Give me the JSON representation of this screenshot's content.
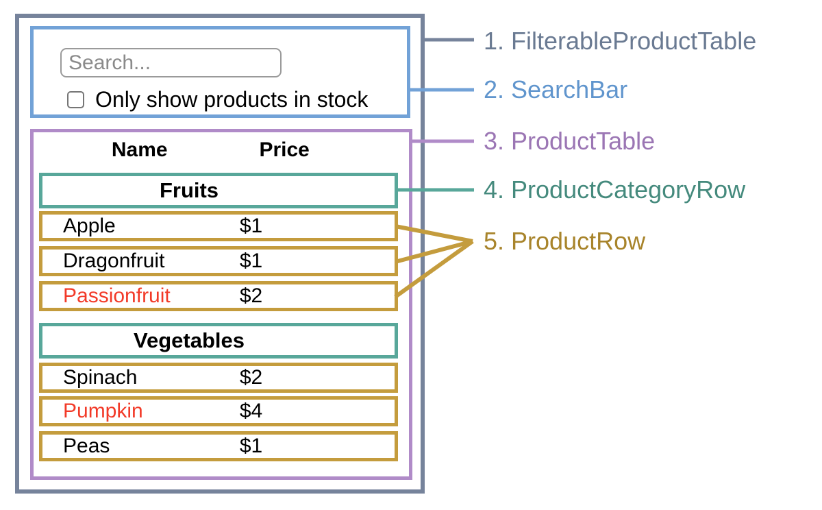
{
  "search_bar": {
    "input_placeholder": "Search...",
    "checkbox_label": "Only show products in stock",
    "checkbox_checked": false
  },
  "table": {
    "headers": {
      "name": "Name",
      "price": "Price"
    },
    "rows": [
      {
        "type": "category",
        "label": "Fruits"
      },
      {
        "type": "product",
        "name": "Apple",
        "price": "$1",
        "in_stock": true
      },
      {
        "type": "product",
        "name": "Dragonfruit",
        "price": "$1",
        "in_stock": true
      },
      {
        "type": "product",
        "name": "Passionfruit",
        "price": "$2",
        "in_stock": false
      },
      {
        "type": "category",
        "label": "Vegetables"
      },
      {
        "type": "product",
        "name": "Spinach",
        "price": "$2",
        "in_stock": true
      },
      {
        "type": "product",
        "name": "Pumpkin",
        "price": "$4",
        "in_stock": false
      },
      {
        "type": "product",
        "name": "Peas",
        "price": "$1",
        "in_stock": true
      }
    ]
  },
  "legend": [
    {
      "label": "1. FilterableProductTable",
      "color": "#6A7A92"
    },
    {
      "label": "2. SearchBar",
      "color": "#6095CD"
    },
    {
      "label": "3. ProductTable",
      "color": "#9B76B4"
    },
    {
      "label": "4. ProductCategoryRow",
      "color": "#458A7D"
    },
    {
      "label": "5. ProductRow",
      "color": "#A8842B"
    }
  ],
  "colors": {
    "filterable_product_table_border": "#76839B",
    "search_bar_border": "#72A2D7",
    "product_table_border": "#B08BC8",
    "category_row_border": "#58A79A",
    "product_row_border": "#C49C3D",
    "out_of_stock_text": "#F23A28"
  }
}
